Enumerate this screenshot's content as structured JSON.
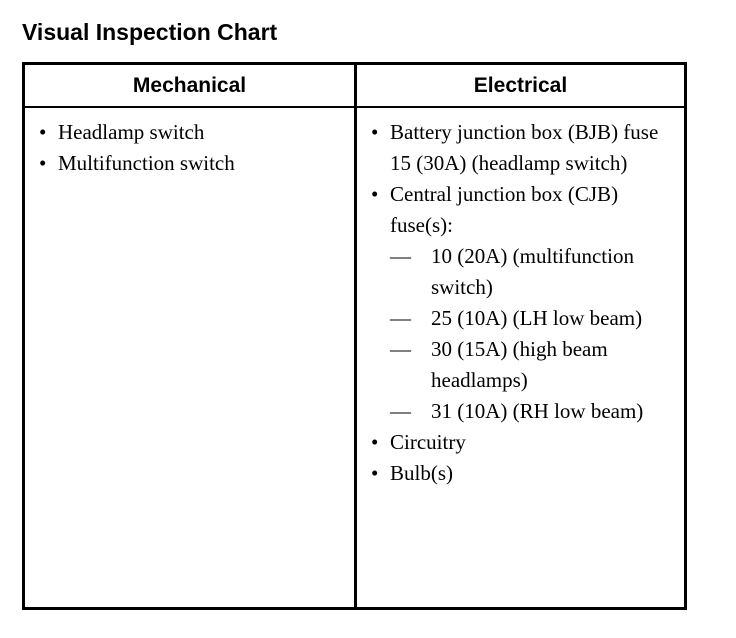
{
  "page_title": "Visual Inspection Chart",
  "colors": {
    "text": "#000000",
    "background": "#ffffff",
    "border": "#000000"
  },
  "table": {
    "headers": {
      "mechanical": "Mechanical",
      "electrical": "Electrical"
    },
    "markers": {
      "bullet": "•",
      "dash": "—"
    },
    "mechanical_items": [
      {
        "text": "Headlamp switch"
      },
      {
        "text": "Multifunction switch"
      }
    ],
    "electrical_items": [
      {
        "text": "Battery junction box (BJB) fuse 15 (30A) (headlamp switch)",
        "sub": []
      },
      {
        "text": "Central junction box (CJB) fuse(s):",
        "sub": [
          {
            "text": "10 (20A) (multifunction switch)"
          },
          {
            "text": "25 (10A) (LH low beam)"
          },
          {
            "text": "30 (15A) (high beam headlamps)"
          },
          {
            "text": "31 (10A) (RH low beam)"
          }
        ]
      },
      {
        "text": "Circuitry",
        "sub": []
      },
      {
        "text": "Bulb(s)",
        "sub": []
      }
    ]
  }
}
